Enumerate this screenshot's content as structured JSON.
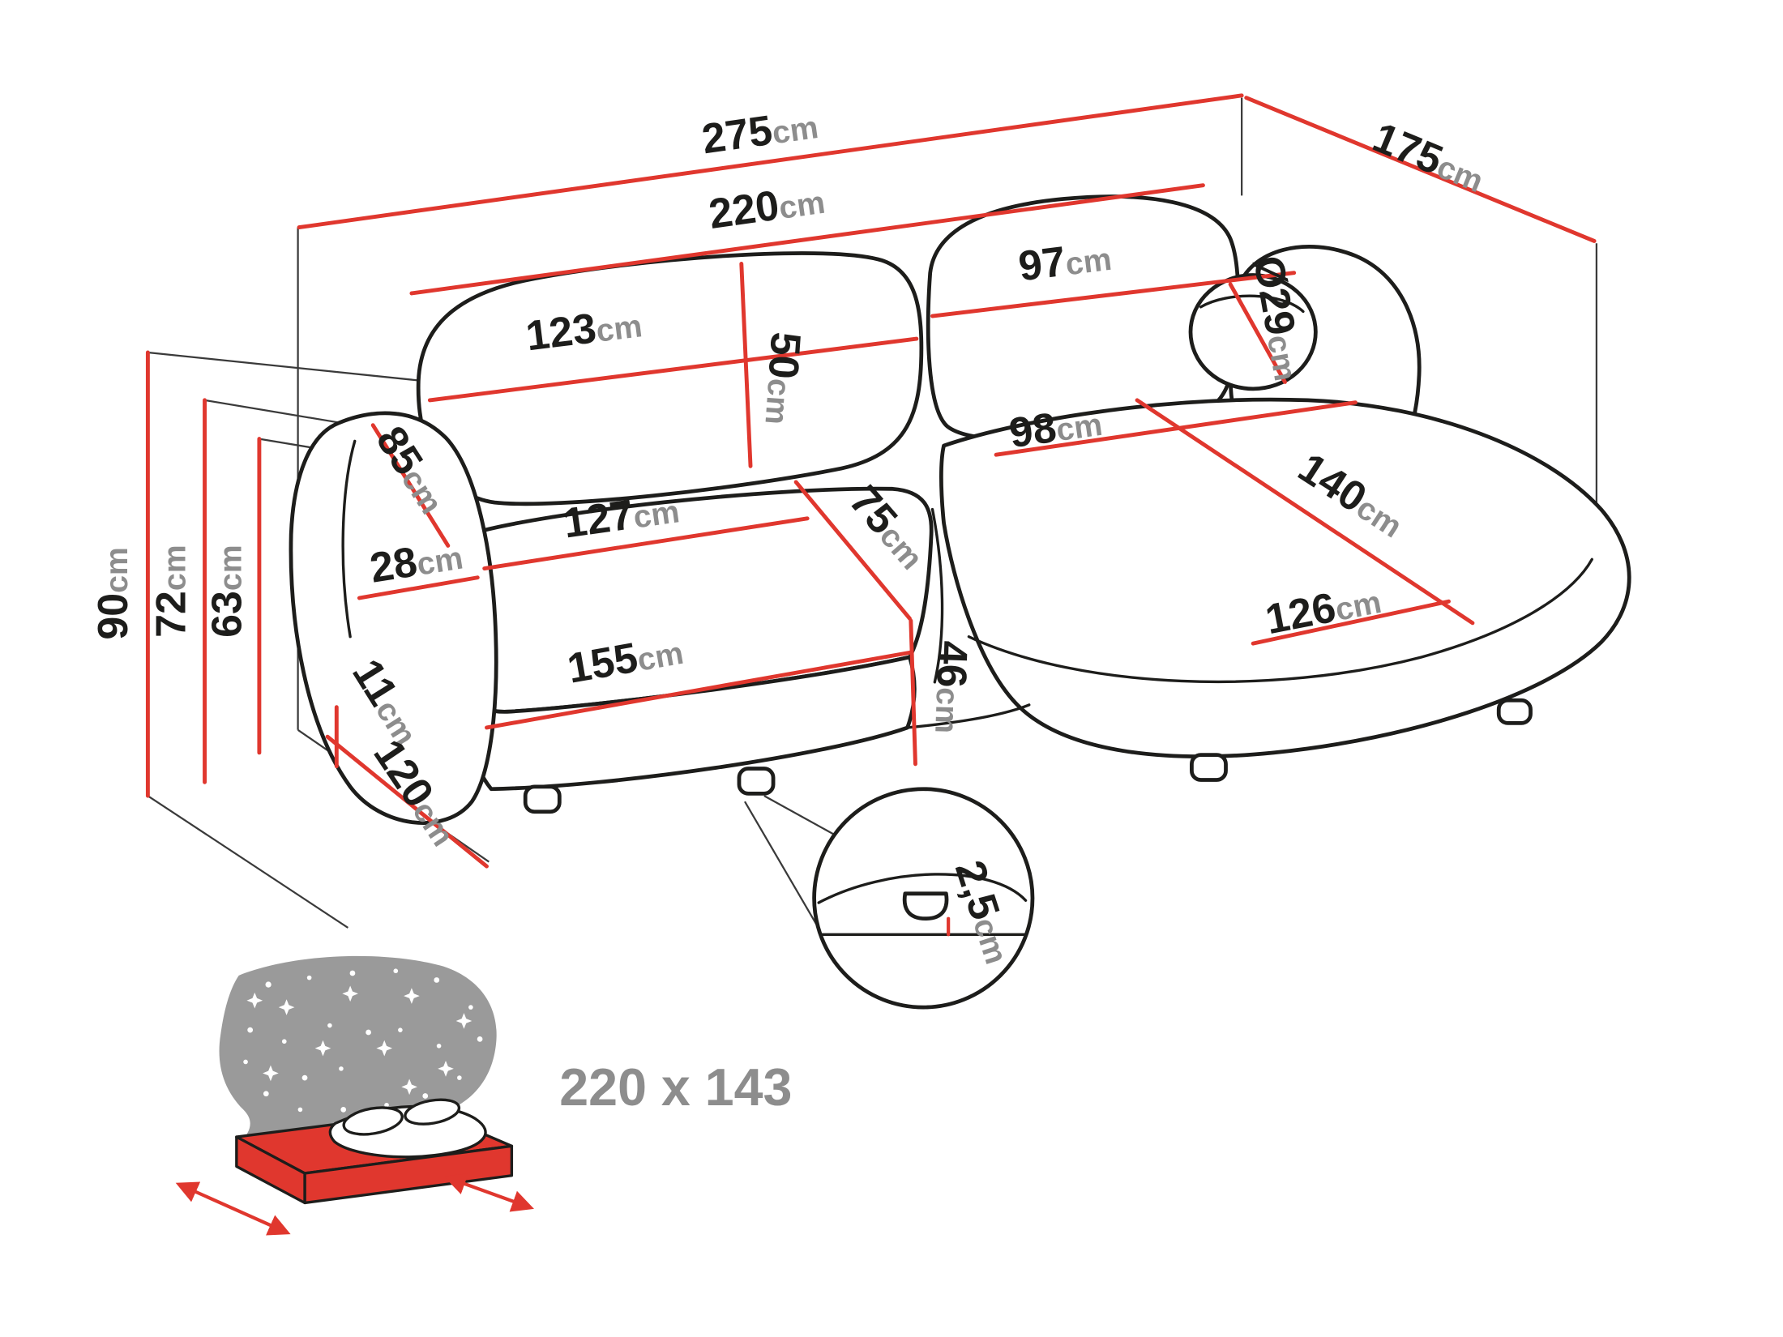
{
  "colors": {
    "dimension_line": "#e0372e",
    "outline": "#1d1d1b",
    "unit_text": "#8d8d8d",
    "icon_gray": "#9a9a9a",
    "mattress_red": "#e0372e"
  },
  "dims": {
    "overall_width": {
      "num": "275",
      "unit": "cm"
    },
    "top_width": {
      "num": "220",
      "unit": "cm"
    },
    "overall_depth": {
      "num": "175",
      "unit": "cm"
    },
    "backrest_right_width": {
      "num": "97",
      "unit": "cm"
    },
    "backrest_left_width": {
      "num": "123",
      "unit": "cm"
    },
    "backrest_height": {
      "num": "50",
      "unit": "cm"
    },
    "armrest_outer_depth": {
      "num": "85",
      "unit": "cm"
    },
    "chaise_seat_width": {
      "num": "98",
      "unit": "cm"
    },
    "chaise_length": {
      "num": "140",
      "unit": "cm"
    },
    "seat_cushion_width": {
      "num": "127",
      "unit": "cm"
    },
    "armrest_width": {
      "num": "28",
      "unit": "cm"
    },
    "seat_depth": {
      "num": "75",
      "unit": "cm"
    },
    "seat_front_width": {
      "num": "155",
      "unit": "cm"
    },
    "seat_height": {
      "num": "46",
      "unit": "cm"
    },
    "chaise_front_width": {
      "num": "126",
      "unit": "cm"
    },
    "total_height": {
      "num": "90",
      "unit": "cm"
    },
    "armrest_height": {
      "num": "72",
      "unit": "cm"
    },
    "side_height": {
      "num": "63",
      "unit": "cm"
    },
    "leg_height": {
      "num": "11",
      "unit": "cm"
    },
    "pullout_depth": {
      "num": "120",
      "unit": "cm"
    },
    "bolster_diameter": {
      "sym": "Ø",
      "num": "29",
      "unit": "cm"
    },
    "floor_clearance": {
      "num": "2,5",
      "unit": "cm"
    }
  },
  "bed": {
    "size_label": "220 x 143"
  }
}
